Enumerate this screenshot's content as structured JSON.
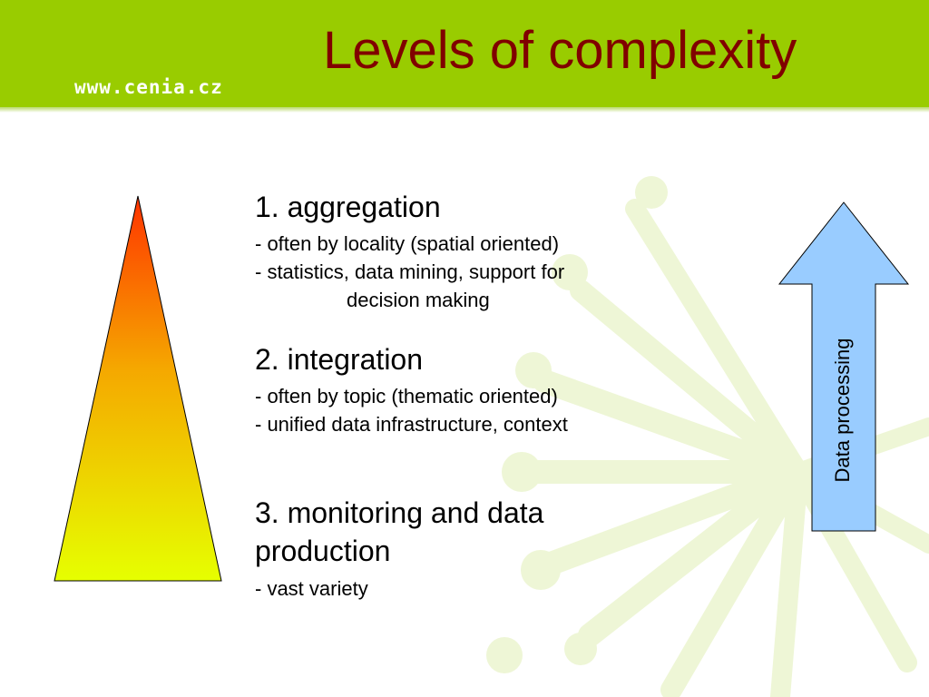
{
  "header": {
    "site": "www.cenia.cz",
    "title": "Levels of complexity"
  },
  "levels": [
    {
      "heading": "1. aggregation",
      "lines": [
        "- often by locality (spatial oriented)",
        "- statistics, data mining, support for",
        "decision making"
      ]
    },
    {
      "heading": "2. integration",
      "lines": [
        "- often by topic (thematic oriented)",
        "- unified data infrastructure, context"
      ]
    },
    {
      "heading_line1": "3. monitoring and data",
      "heading_line2": "production",
      "lines": [
        "- vast variety"
      ]
    }
  ],
  "arrow": {
    "label": "Data processing",
    "fill": "#99ccff"
  },
  "colors": {
    "header_green": "#99cc00",
    "title_red": "#800000",
    "pyramid_top": "#ff3300",
    "pyramid_bottom": "#e6ff00"
  }
}
